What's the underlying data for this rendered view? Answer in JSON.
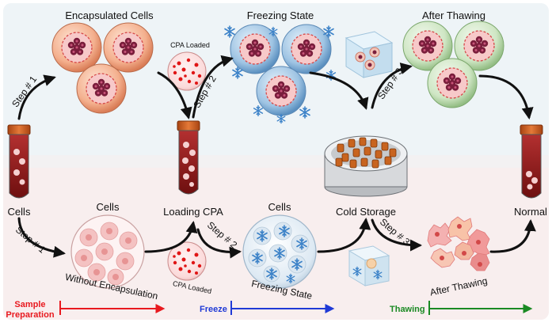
{
  "labels": {
    "encapsulated_cells": "Encapsulated Cells",
    "freezing_state_top": "Freezing State",
    "after_thawing_top": "After Thawing",
    "cpa_loaded_top": "CPA Loaded",
    "cells_left": "Cells",
    "loading_cpa": "Loading CPA",
    "cold_storage": "Cold Storage",
    "normal": "Normal",
    "cells_bottom": "Cells",
    "without_encapsulation": "Without Encapsulation",
    "cpa_loaded_bottom": "CPA Loaded",
    "cells_freeze_bottom": "Cells",
    "freezing_state_bottom": "Freezing State",
    "after_thawing_bottom": "After Thawing"
  },
  "steps": {
    "step1_top": "Step # 1",
    "step2_top": "Step # 2",
    "step3_top": "Step # 3",
    "step1_bottom": "Step # 1",
    "step2_bottom": "Step # 2",
    "step3_bottom": "Step # 3"
  },
  "phases": {
    "sample_line1": "Sample",
    "sample_line2": "Preparation",
    "freeze": "Freeze",
    "thawing": "Thawing"
  },
  "colors": {
    "sample": "#e8191f",
    "freeze": "#1f3ad6",
    "thawing": "#1a8a23",
    "top_band": "#eaf3f7",
    "bottom_band": "#f7eaea",
    "blood": "#8e1a1a",
    "cap": "#c8571d"
  },
  "icons": [
    "snowflake-icon",
    "tube-icon",
    "cell-icon",
    "ice-cube-icon",
    "cold-storage-icon"
  ]
}
